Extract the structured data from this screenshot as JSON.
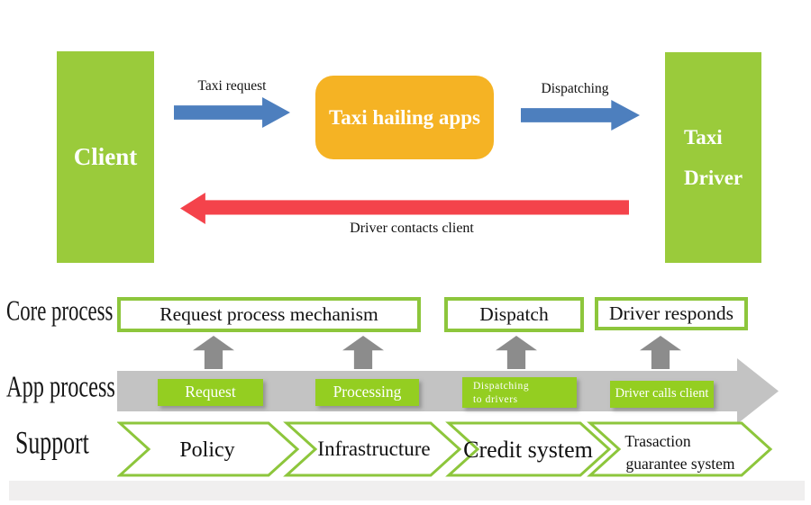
{
  "colors": {
    "green_fill": "#9ACB3B",
    "green_bright": "#94CE21",
    "green_border": "#8DC63C",
    "orange": "#F5B324",
    "blue": "#4D7FBE",
    "red": "#F4434B",
    "gray_band": "#C3C3C3",
    "gray_arrow": "#8C8C8C"
  },
  "flow": {
    "client": "Client",
    "apps_label": "Taxi hailing apps",
    "driver": {
      "line1": "Taxi",
      "line2": "Driver"
    },
    "request_arrow_label": "Taxi request",
    "dispatch_arrow_label": "Dispatching",
    "return_arrow_label": "Driver contacts client"
  },
  "core": {
    "label": "Core process",
    "boxes": [
      "Request process mechanism",
      "Dispatch",
      "Driver responds"
    ]
  },
  "app": {
    "label": "App process",
    "steps": [
      {
        "line1": "Request"
      },
      {
        "line1": "Processing"
      },
      {
        "line1": "Dispatching",
        "line2": "to drivers"
      },
      {
        "line1": "Driver calls client"
      }
    ]
  },
  "support": {
    "label": "Support",
    "items": [
      {
        "line1": "Policy"
      },
      {
        "line1": "Infrastructure"
      },
      {
        "line1": "Credit system"
      },
      {
        "line1": "Trasaction",
        "line2": "guarantee system"
      }
    ]
  }
}
